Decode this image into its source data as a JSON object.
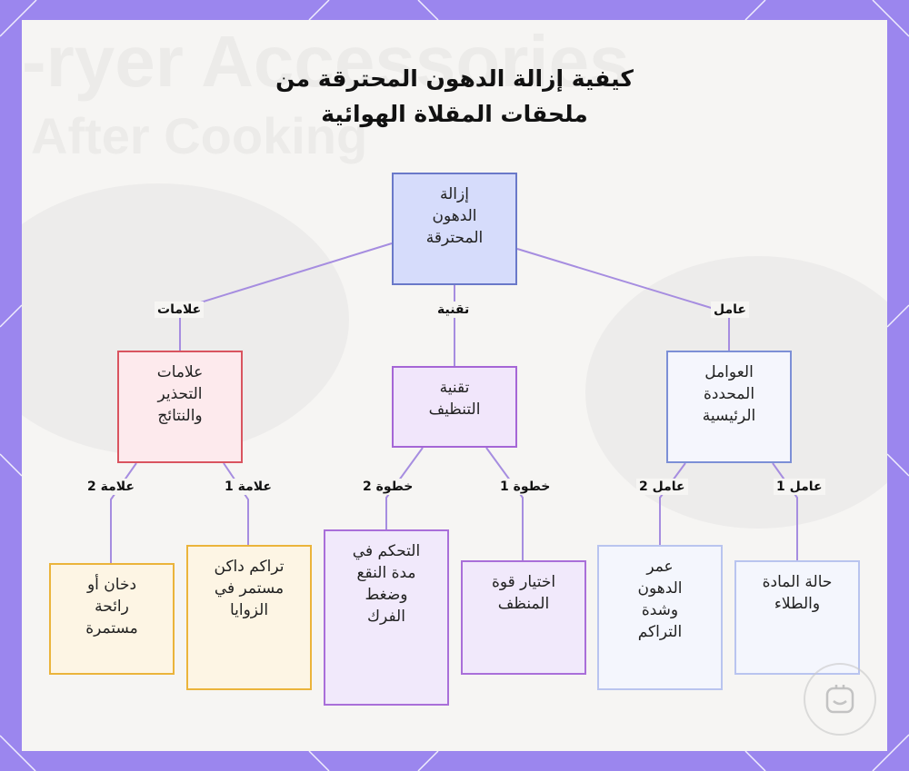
{
  "title": {
    "line1": "كيفية إزالة الدهون المحترقة من",
    "line2": "ملحقات المقلاة الهوائية"
  },
  "background_text": {
    "line1": "-ryer Accessories",
    "line2": "After Cooking"
  },
  "nodes": {
    "root": "إزالة\nالدهون\nالمحترقة",
    "warnings": "علامات\nالتحذير\nوالنتائج",
    "technique": "تقنية\nالتنظيف",
    "factors": "العوامل\nالمحددة\nالرئيسية",
    "sign2": "دخان أو\nرائحة\nمستمرة",
    "sign1": "تراكم داكن\nمستمر في\nالزوايا",
    "step2": "التحكم في\nمدة النقع\nوضغط\nالفرك",
    "step1": "اختيار قوة\nالمنظف",
    "factor2": "عمر\nالدهون\nوشدة\nالتراكم",
    "factor1": "حالة المادة\nوالطلاء"
  },
  "edge_labels": {
    "warnings": "علامات",
    "technique": "تقنية",
    "factors": "عامل",
    "sign2": "علامة 2",
    "sign1": "علامة 1",
    "step2": "خطوة 2",
    "step1": "خطوة 1",
    "factor2": "عامل 2",
    "factor1": "عامل 1"
  },
  "colors": {
    "frame": "#9b86ee",
    "connector": "#a68de0",
    "root_fill": "#d6dcfb",
    "warning_border": "#d9545f",
    "technique_border": "#a566d6",
    "factor_border": "#7c8fd6",
    "yellow_border": "#ebb43b"
  },
  "icons": {
    "logo": "robot-face-icon"
  }
}
